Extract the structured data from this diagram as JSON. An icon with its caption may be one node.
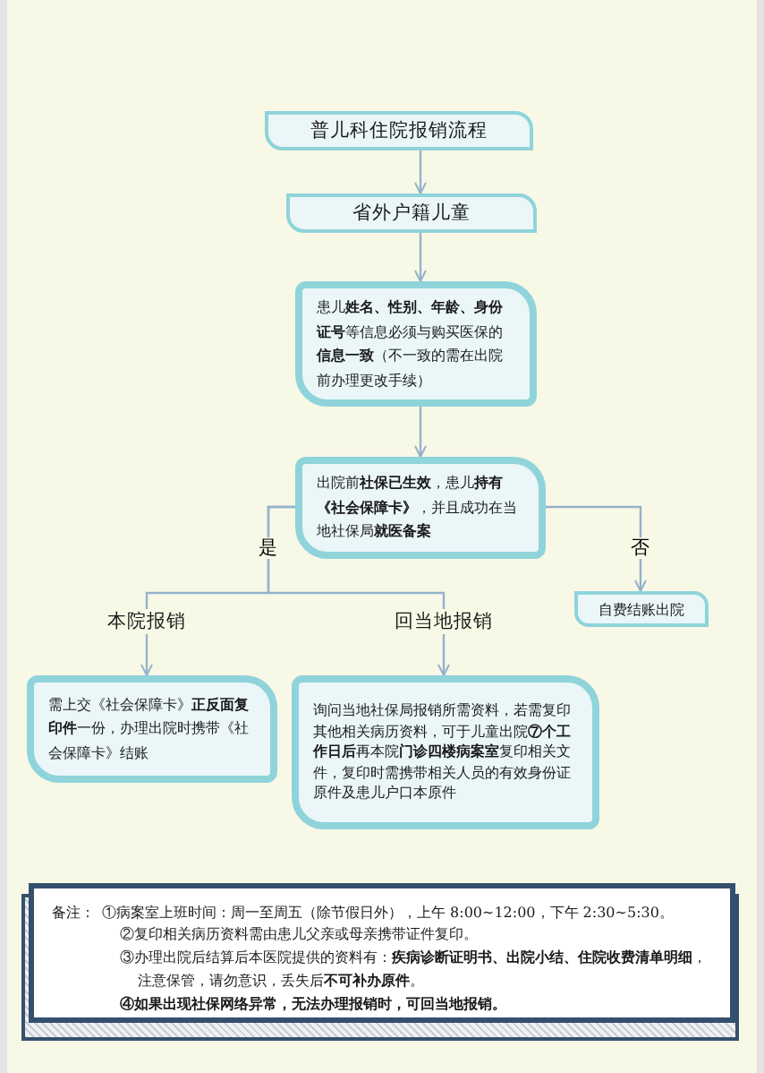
{
  "diagram": {
    "nodes": [
      {
        "text": [
          "普儿科住院报销流程"
        ]
      },
      {
        "text": [
          "省外户籍儿童"
        ]
      },
      {
        "text": [
          "患儿**姓名、性别、年龄、身份证号**等信息必须与购买医保的**信息一致**（不一致的需在出院前办理更改手续）"
        ]
      },
      {
        "text": [
          "出院前**社保已生效**，患儿**持有《社会保障卡》**，并且成功在当地社保局**就医备案**"
        ]
      },
      {
        "text": [
          "本院报销"
        ]
      },
      {
        "text": [
          "回当地报销"
        ]
      },
      {
        "text": [
          "自费结账出院"
        ]
      },
      {
        "text": [
          "需上交《社会保障卡》**正反面复印件**一份，办理出院时携带《社会保障卡》结账"
        ]
      },
      {
        "text": [
          "询问当地社保局报销所需资料，若需复印其他相关病历资料，可于儿童出院**⑦个工作日后**再本院**门诊四楼病案室**复印相关文件，复印时需携带相关人员的有效身份证原件及患儿户口本原件"
        ]
      },
      {
        "text": [
          "备注：",
          "①病案室上班时间：周一至周五（除节假日外），上午 8:00~12:00，下午 2:30~5:30。",
          "②复印相关病历资料需由患儿父亲或母亲携带证件复印。",
          "③办理出院后结算后本医院提供的资料有：**疾病诊断证明书、出院小结、住院收费清单明细**，注意保管，请勿意识，丢失后**不可补办原件**。",
          "④如果出现社保网络异常，无法办理报销时，可回当地报销。"
        ]
      }
    ],
    "edges": [
      {
        "from": 0,
        "to": 1,
        "arrow": "to"
      },
      {
        "from": 1,
        "to": 2,
        "arrow": "to"
      },
      {
        "from": 2,
        "to": 3,
        "arrow": "to"
      },
      {
        "from": 3,
        "to": 4,
        "arrow": "none",
        "label": "是"
      },
      {
        "from": 3,
        "to": 5,
        "arrow": "none"
      },
      {
        "from": 3,
        "to": 6,
        "arrow": "to",
        "label": "否"
      },
      {
        "from": 4,
        "to": 7,
        "arrow": "to"
      },
      {
        "from": 5,
        "to": 8,
        "arrow": "to"
      }
    ]
  }
}
